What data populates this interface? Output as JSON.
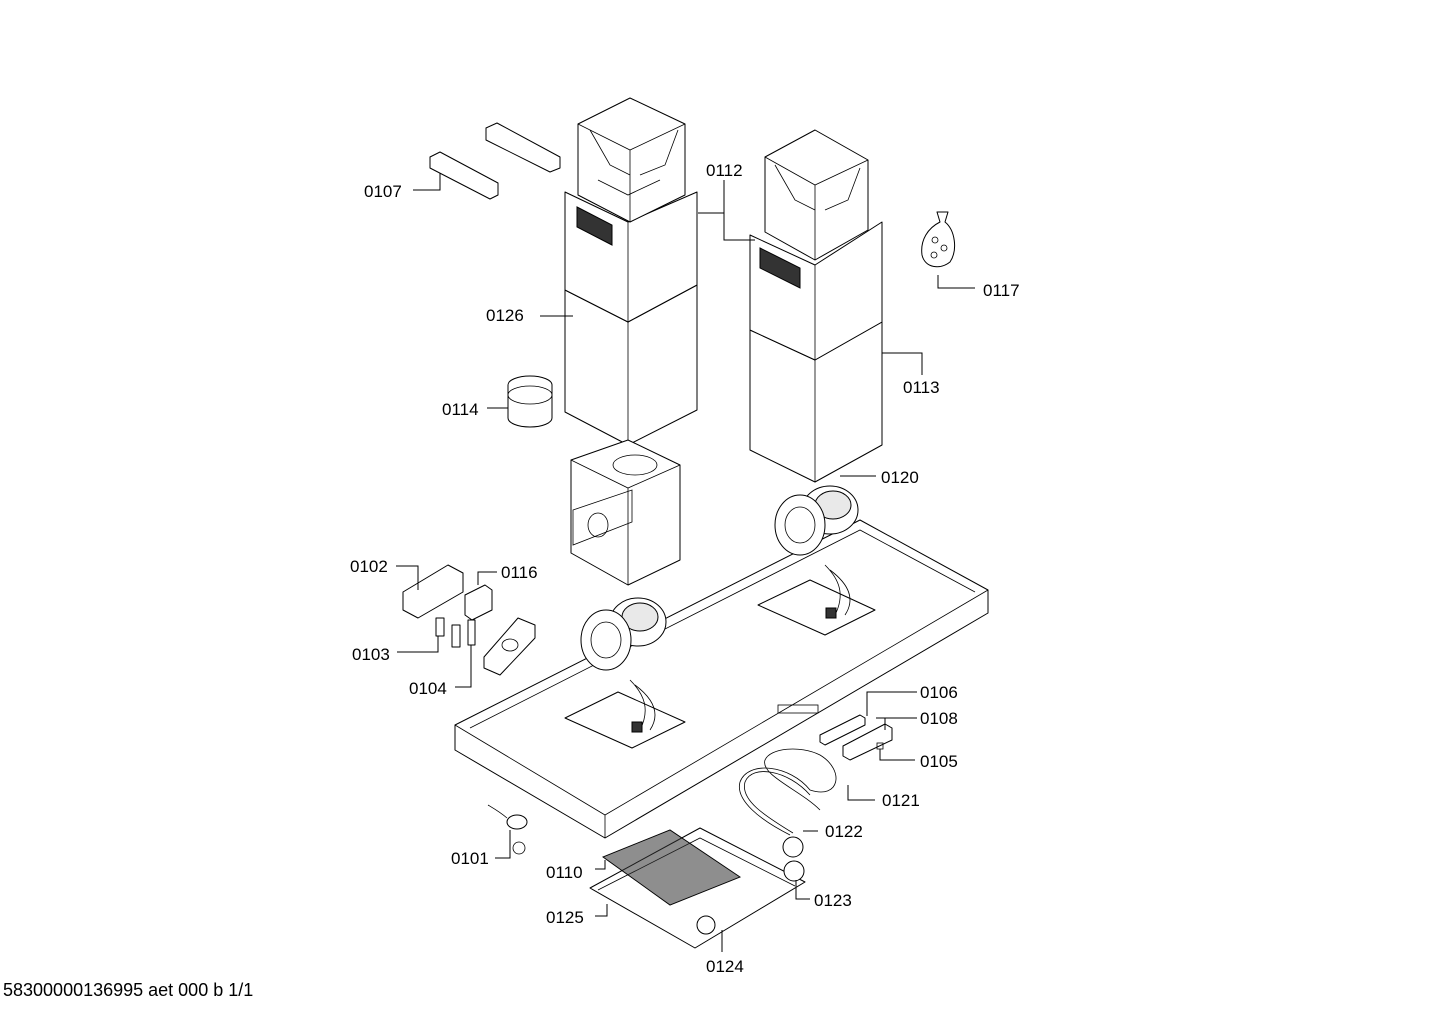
{
  "callouts": {
    "c0101": "0101",
    "c0102": "0102",
    "c0103": "0103",
    "c0104": "0104",
    "c0105": "0105",
    "c0106": "0106",
    "c0107": "0107",
    "c0108": "0108",
    "c0110": "0110",
    "c0112": "0112",
    "c0113": "0113",
    "c0114": "0114",
    "c0116": "0116",
    "c0117": "0117",
    "c0120": "0120",
    "c0121": "0121",
    "c0122": "0122",
    "c0123": "0123",
    "c0124": "0124",
    "c0125": "0125",
    "c0126": "0126"
  },
  "footer_text": "58300000136995 aet 000 b 1/1"
}
